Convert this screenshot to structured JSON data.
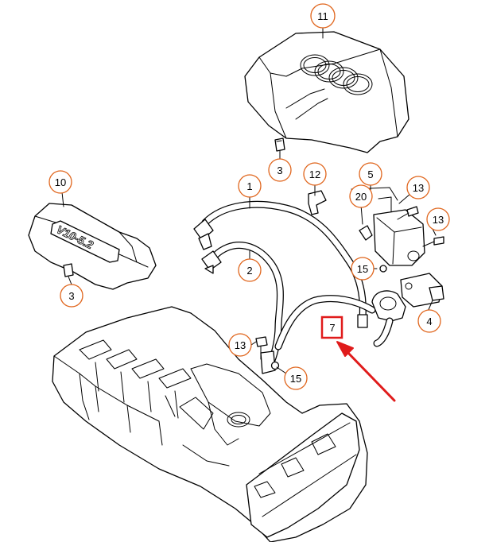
{
  "colors": {
    "callout_circle": "#e0651c",
    "highlight": "#e01b1b",
    "line": "#000000",
    "background": "#ffffff"
  },
  "callouts": {
    "c11": "11",
    "c3a": "3",
    "c10": "10",
    "c3b": "3",
    "c1": "1",
    "c2": "2",
    "c12": "12",
    "c5": "5",
    "c20": "20",
    "c13a": "13",
    "c13b": "13",
    "c15a": "15",
    "c4": "4",
    "c7": "7",
    "c13c": "13",
    "c15b": "15"
  },
  "emblems": {
    "v10_badge": "V10-5.2"
  }
}
